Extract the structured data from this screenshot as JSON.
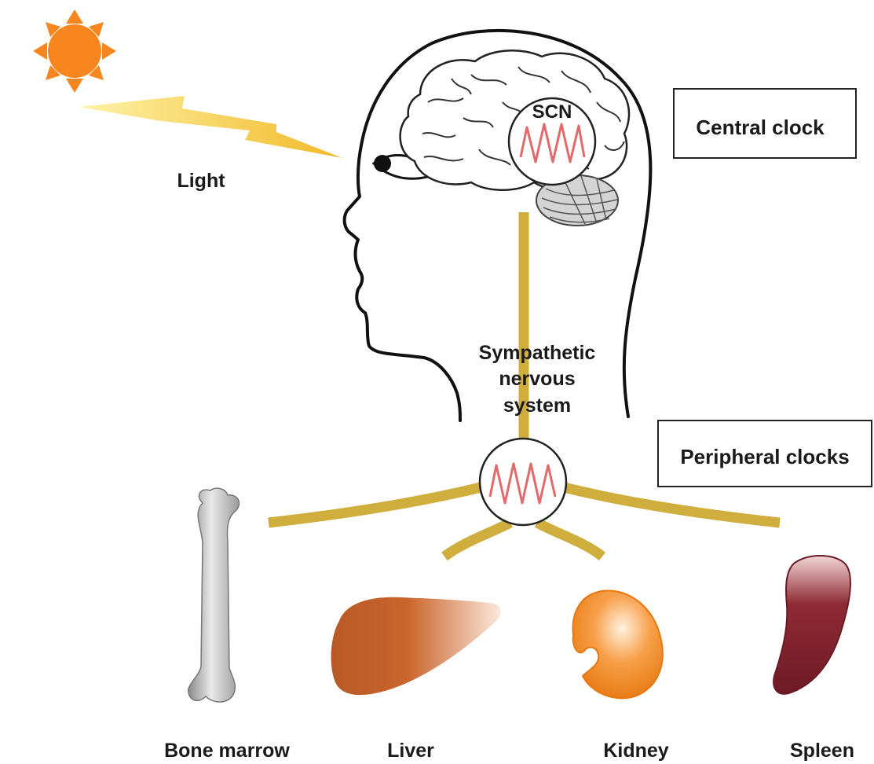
{
  "labels": {
    "light": "Light",
    "scn": "SCN",
    "central_clock": "Central clock",
    "sns_line1": "Sympathetic",
    "sns_line2": "nervous",
    "sns_line3": "system",
    "peripheral_clocks": "Peripheral clocks"
  },
  "organs": {
    "bone_marrow": "Bone marrow",
    "liver": "Liver",
    "kidney": "Kidney",
    "spleen": "Spleen"
  },
  "icons": [
    "sun-icon",
    "lightning-icon",
    "head-outline-icon",
    "eye-icon",
    "brain-icon",
    "cerebellum-icon",
    "wave-icon",
    "bone-icon",
    "liver-icon",
    "kidney-icon",
    "spleen-icon"
  ],
  "colors": {
    "sun": "#f7861e",
    "lightning": "#f5c732",
    "nerve": "#cfae3e",
    "wave": "#e26a6a",
    "liver": "#c9642c",
    "kidney": "#f08a1e",
    "spleen": "#7c1f2b",
    "bone": "#b0b0b0"
  }
}
